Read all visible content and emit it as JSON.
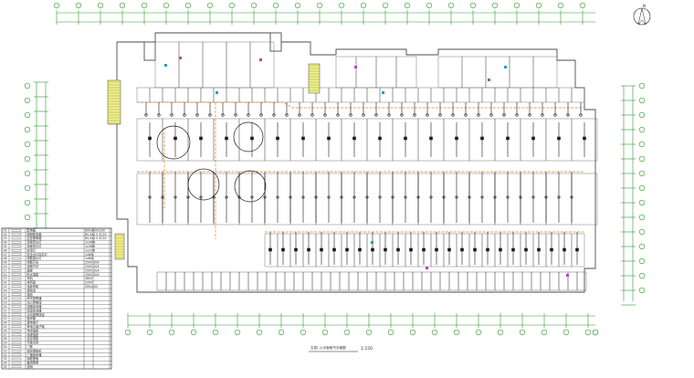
{
  "drawing": {
    "title": "五层(-1)平面电气平面图",
    "scale": "1:150",
    "north_label": "N",
    "colors": {
      "background": "#ffffff",
      "walls": "#4d4d4d",
      "grid": "#2e9a2e",
      "conduit": "#e08020",
      "fixtures": "#1a1a1a",
      "accent_magenta": "#c040c0",
      "accent_cyan": "#20a0c0",
      "stair_fill": "#f2f28a"
    }
  },
  "legend": {
    "rows": [
      {
        "code": "01",
        "symbol": "配电箱",
        "spec": "800x600x200"
      },
      {
        "code": "02",
        "symbol": "照明配电箱",
        "spec": "BV-3x2.5 SC20"
      },
      {
        "code": "03",
        "symbol": "应急照明箱",
        "spec": "BV-3x2.5 SC20"
      },
      {
        "code": "04",
        "symbol": "双管荧光灯",
        "spec": "2x36W"
      },
      {
        "code": "05",
        "symbol": "单管荧光灯",
        "spec": "1x36W"
      },
      {
        "code": "06",
        "symbol": "吸顶灯",
        "spec": "1x22W"
      },
      {
        "code": "07",
        "symbol": "安全出口标志灯",
        "spec": "1x8W"
      },
      {
        "code": "08",
        "symbol": "疏散指示灯",
        "spec": "1x8W"
      },
      {
        "code": "09",
        "symbol": "单联开关",
        "spec": "250V 10A"
      },
      {
        "code": "10",
        "symbol": "双联开关",
        "spec": "250V 10A"
      },
      {
        "code": "11",
        "symbol": "插座",
        "spec": "250V 10A"
      },
      {
        "code": "12",
        "symbol": "防水插座",
        "spec": "250V 10A"
      },
      {
        "code": "13",
        "symbol": "风机",
        "spec": "380V"
      },
      {
        "code": "14",
        "symbol": "排风扇",
        "spec": "220V"
      },
      {
        "code": "15",
        "symbol": "电缆桥架",
        "spec": "200x100"
      },
      {
        "code": "16",
        "symbol": "接线盒",
        "spec": ""
      },
      {
        "code": "17",
        "symbol": "按钮",
        "spec": ""
      },
      {
        "code": "18",
        "symbol": "声光报警器",
        "spec": ""
      },
      {
        "code": "19",
        "symbol": "消火栓按钮",
        "spec": ""
      },
      {
        "code": "20",
        "symbol": "感烟探测器",
        "spec": ""
      },
      {
        "code": "21",
        "symbol": "感温探测器",
        "spec": ""
      },
      {
        "code": "22",
        "symbol": "手动报警按钮",
        "spec": ""
      },
      {
        "code": "23",
        "symbol": "模块箱",
        "spec": ""
      },
      {
        "code": "24",
        "symbol": "接地端子",
        "spec": ""
      },
      {
        "code": "25",
        "symbol": "等电位端子箱",
        "spec": ""
      },
      {
        "code": "26",
        "symbol": "电话插座",
        "spec": ""
      },
      {
        "code": "27",
        "symbol": "电视插座",
        "spec": ""
      },
      {
        "code": "28",
        "symbol": "信息插座",
        "spec": ""
      },
      {
        "code": "29",
        "symbol": "可视对讲",
        "spec": ""
      },
      {
        "code": "30",
        "symbol": "门禁",
        "spec": ""
      },
      {
        "code": "31",
        "symbol": "监控摄像机",
        "spec": ""
      },
      {
        "code": "32",
        "symbol": "广播扬声器",
        "spec": ""
      },
      {
        "code": "33",
        "symbol": "疏散照明",
        "spec": ""
      },
      {
        "code": "34",
        "symbol": "备用照明",
        "spec": ""
      },
      {
        "code": "35",
        "symbol": "说明",
        "spec": ""
      }
    ]
  }
}
